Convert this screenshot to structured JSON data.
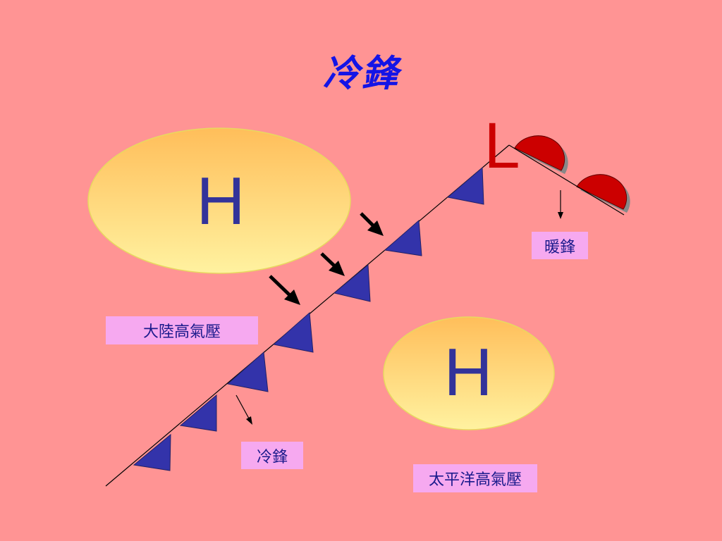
{
  "title": "冷鋒",
  "labels": {
    "continental_high": "大陸高氣壓",
    "cold_front": "冷鋒",
    "warm_front": "暖鋒",
    "pacific_high": "太平洋高氣壓"
  },
  "symbols": {
    "high_left": "H",
    "high_right": "H",
    "low": "L"
  },
  "colors": {
    "background": "#ff9494",
    "title": "#1414e6",
    "cold_front_triangle": "#3333aa",
    "warm_front_semicircle": "#cc0000",
    "low_letter": "#cc0000",
    "high_letter": "#33339a",
    "label_bg": "#f6a9f0"
  }
}
